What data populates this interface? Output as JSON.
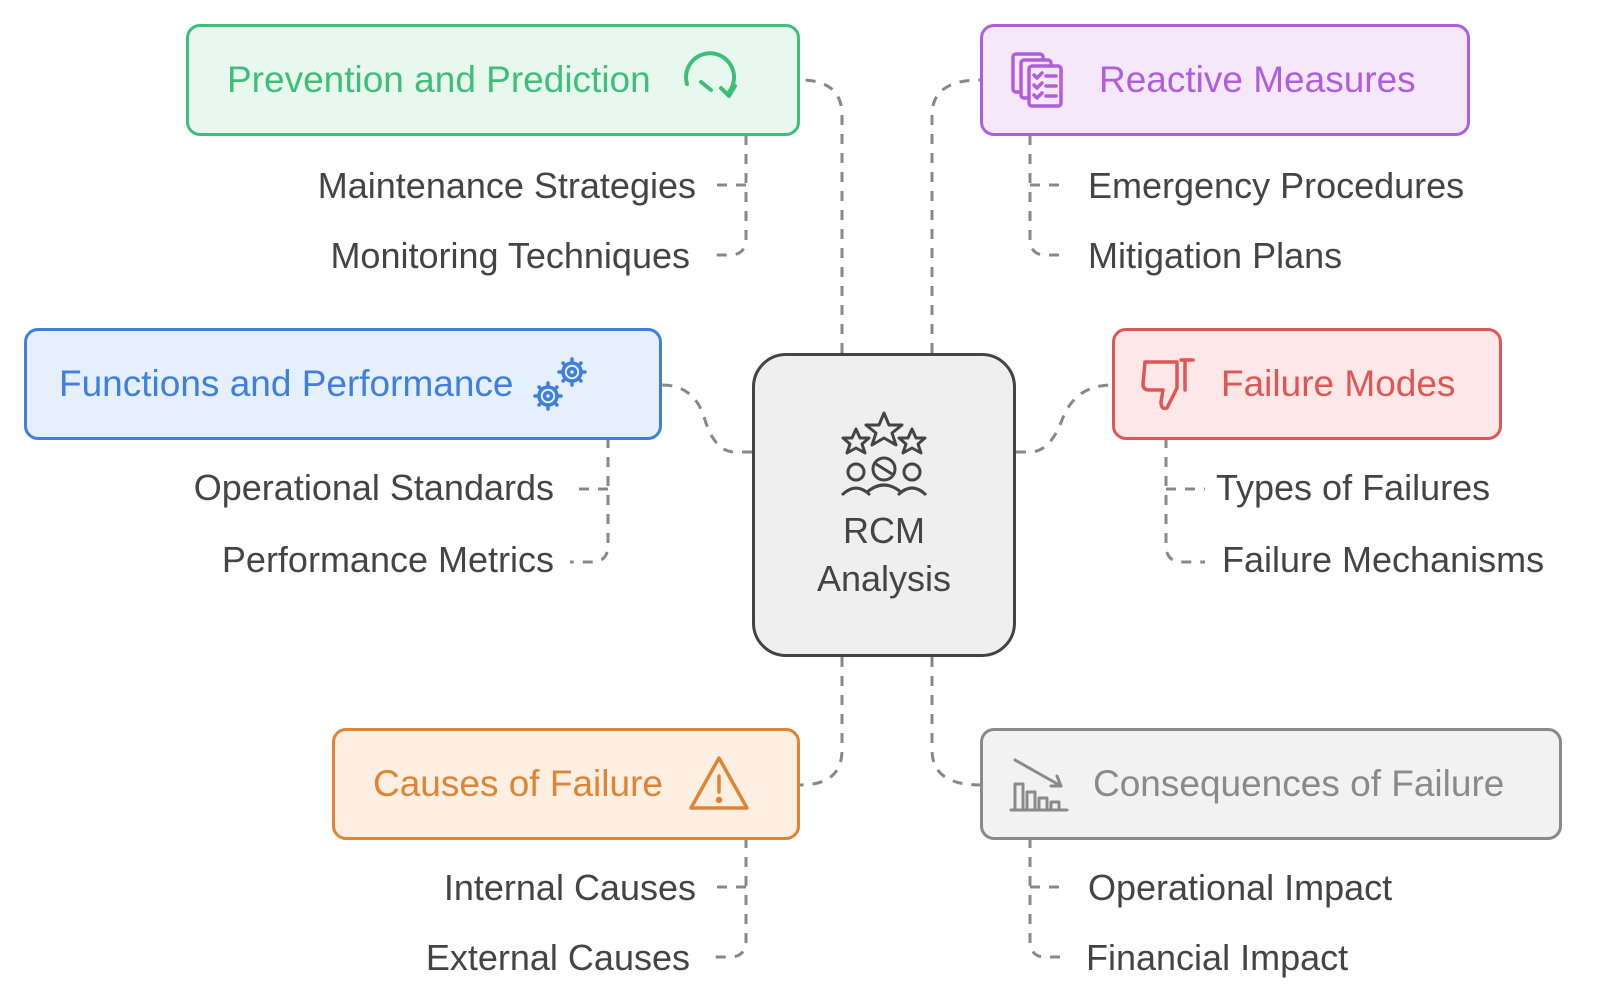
{
  "center": {
    "line1": "RCM",
    "line2": "Analysis",
    "icon": "team-rating-icon"
  },
  "branches": [
    {
      "id": "prevention",
      "label": "Prevention and Prediction",
      "icon": "refresh-arrow-icon",
      "color": "#3dbf7a",
      "fill": "#e9f8ef",
      "items": [
        "Maintenance Strategies",
        "Monitoring Techniques"
      ]
    },
    {
      "id": "reactive",
      "label": "Reactive Measures",
      "icon": "checklist-icon",
      "color": "#b05ee0",
      "fill": "#f5e8fb",
      "items": [
        "Emergency Procedures",
        "Mitigation Plans"
      ]
    },
    {
      "id": "functions",
      "label": "Functions and Performance",
      "icon": "gears-icon",
      "color": "#3f7fe0",
      "fill": "#e6effc",
      "items": [
        "Operational Standards",
        "Performance Metrics"
      ]
    },
    {
      "id": "failure_modes",
      "label": "Failure Modes",
      "icon": "thumbs-down-icon",
      "color": "#e05555",
      "fill": "#fde7e7",
      "items": [
        "Types of Failures",
        "Failure Mechanisms"
      ]
    },
    {
      "id": "causes",
      "label": "Causes of Failure",
      "icon": "warning-icon",
      "color": "#e08433",
      "fill": "#fdf0e3",
      "items": [
        "Internal Causes",
        "External Causes"
      ]
    },
    {
      "id": "consequences",
      "label": "Consequences of Failure",
      "icon": "declining-chart-icon",
      "color": "#8a8a8a",
      "fill": "#f2f2f2",
      "items": [
        "Operational Impact",
        "Financial Impact"
      ]
    }
  ]
}
